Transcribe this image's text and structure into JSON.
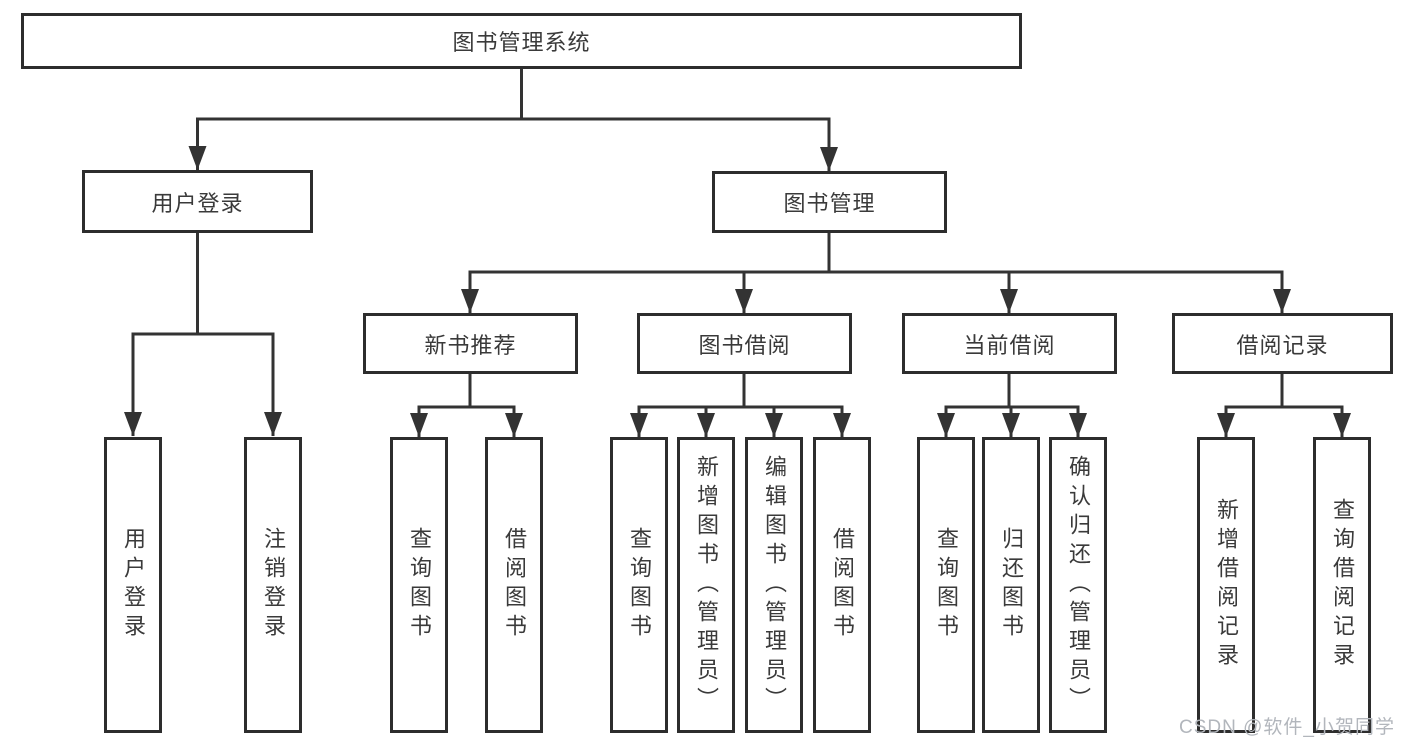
{
  "watermark": "CSDN @软件_小贺同学",
  "colors": {
    "line": "#333333",
    "box_border": "#2d2d2d",
    "text": "#3a3a3a",
    "watermark_text": "#b2b6bc"
  },
  "tree": {
    "root": "图书管理系统",
    "level2": [
      {
        "label": "用户登录",
        "children": [
          "用户登录",
          "注销登录"
        ]
      },
      {
        "label": "图书管理",
        "children": [
          {
            "label": "新书推荐",
            "children": [
              "查询图书",
              "借阅图书"
            ]
          },
          {
            "label": "图书借阅",
            "children": [
              "查询图书",
              "新增图书（管理员）",
              "编辑图书（管理员）",
              "借阅图书"
            ]
          },
          {
            "label": "当前借阅",
            "children": [
              "查询图书",
              "归还图书",
              "确认归还（管理员）"
            ]
          },
          {
            "label": "借阅记录",
            "children": [
              "新增借阅记录",
              "查询借阅记录"
            ]
          }
        ]
      }
    ]
  }
}
